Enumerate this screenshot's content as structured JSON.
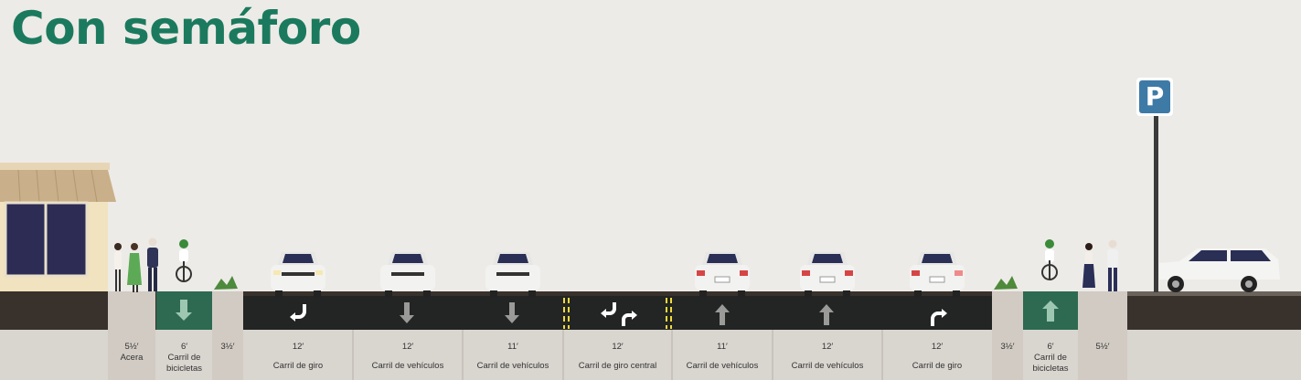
{
  "title": "Con semáforo",
  "sign": {
    "letter": "P"
  },
  "colors": {
    "asphalt": "#222523",
    "bike_lane": "#2d6a51",
    "curb": "#d1cbc3",
    "ground": "#38312c",
    "lane_yellow": "#f2da3a",
    "title": "#1b7a5e",
    "sign_blue": "#3e7aa6"
  },
  "segments": [
    {
      "id": "sidewalk-left",
      "width": "5½′",
      "label": [
        "Acera"
      ]
    },
    {
      "id": "bike-lane-left",
      "width": "6′",
      "label": [
        "Carril de",
        "bicicletas"
      ]
    },
    {
      "id": "buffer-left",
      "width": "3½′",
      "label": []
    },
    {
      "id": "turn-lane-left",
      "width": "12′",
      "label": [
        "Carril de giro"
      ]
    },
    {
      "id": "drive-lane-1",
      "width": "12′",
      "label": [
        "Carril de vehículos"
      ]
    },
    {
      "id": "drive-lane-2",
      "width": "11′",
      "label": [
        "Carril de vehículos"
      ]
    },
    {
      "id": "center-turn-lane",
      "width": "12′",
      "label": [
        "Carril de giro central"
      ]
    },
    {
      "id": "drive-lane-3",
      "width": "11′",
      "label": [
        "Carril de vehículos"
      ]
    },
    {
      "id": "drive-lane-4",
      "width": "12′",
      "label": [
        "Carril de vehículos"
      ]
    },
    {
      "id": "turn-lane-right",
      "width": "12′",
      "label": [
        "Carril de giro"
      ]
    },
    {
      "id": "buffer-right",
      "width": "3½′",
      "label": []
    },
    {
      "id": "bike-lane-right",
      "width": "6′",
      "label": [
        "Carril de",
        "bicicletas"
      ]
    },
    {
      "id": "sidewalk-right",
      "width": "5½′",
      "label": []
    }
  ]
}
